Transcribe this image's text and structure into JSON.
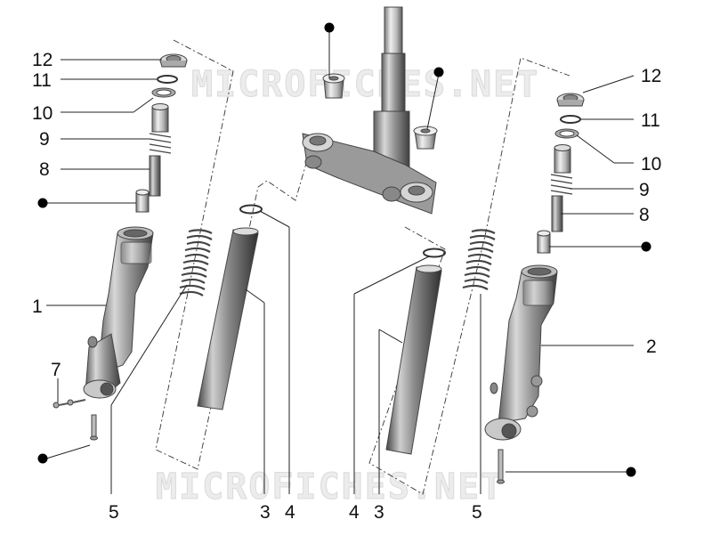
{
  "watermark": "MICROFICHES.NET",
  "callouts": {
    "left_12": "12",
    "left_11": "11",
    "left_10": "10",
    "left_9": "9",
    "left_8": "8",
    "left_1": "1",
    "left_7": "7",
    "left_5": "5",
    "left_3": "3",
    "left_4": "4",
    "right_4": "4",
    "right_3": "3",
    "right_5": "5",
    "right_12": "12",
    "right_11": "11",
    "right_10": "10",
    "right_9": "9",
    "right_8": "8",
    "right_2": "2"
  }
}
